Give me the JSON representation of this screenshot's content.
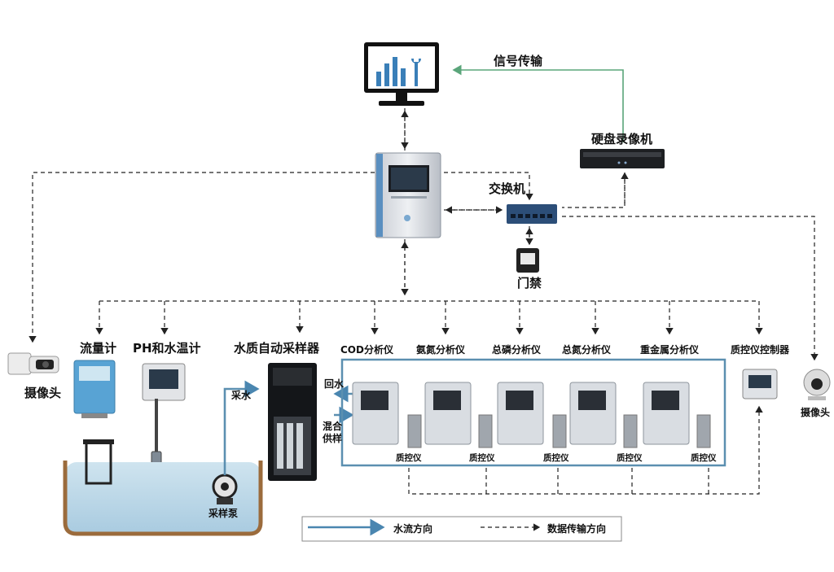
{
  "labels": {
    "signal": "信号传输",
    "dvr": "硬盘录像机",
    "switch": "交换机",
    "access": "门禁",
    "flowmeter": "流量计",
    "ph": "PH和水温计",
    "sampler": "水质自动采样器",
    "cod": "COD分析仪",
    "ammonia": "氨氮分析仪",
    "phosphorus": "总磷分析仪",
    "nitrogen": "总氮分析仪",
    "metal": "重金属分析仪",
    "qc_controller": "质控仪控制器",
    "camera_left": "摄像头",
    "camera_right": "摄像头",
    "return_water": "回水",
    "intake": "采水",
    "mixed_1": "混合",
    "mixed_2": "供样",
    "pump": "采样泵",
    "qc": [
      "质控仪",
      "质控仪",
      "质控仪",
      "质控仪",
      "质控仪"
    ]
  },
  "legend": {
    "water_flow": "水流方向",
    "data_flow": "数据传输方向"
  },
  "colors": {
    "water": "#5b8fb0",
    "water_fill": "#bcd8e8",
    "tank_wall": "#9b6b3c",
    "signal": "#5aa57a",
    "dashed": "#222222",
    "monitor_bar": "#3a7fb8"
  }
}
